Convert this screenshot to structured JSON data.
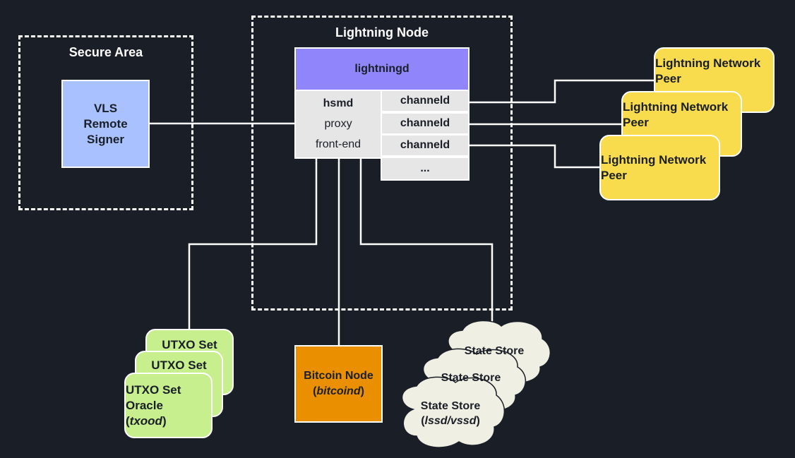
{
  "groups": {
    "secure_area": {
      "title": "Secure Area"
    },
    "lightning_node": {
      "title": "Lightning Node"
    }
  },
  "nodes": {
    "vls": {
      "line1": "VLS",
      "line2": "Remote",
      "line3": "Signer"
    },
    "lightningd": {
      "label": "lightningd"
    },
    "left_column": {
      "items": [
        "hsmd",
        "proxy",
        "front-end"
      ]
    },
    "channels": [
      "channeld",
      "channeld",
      "channeld",
      "..."
    ],
    "peers": [
      {
        "line1": "Lightning Network",
        "line2": "Peer"
      },
      {
        "line1": "Lightning Network",
        "line2": "Peer"
      },
      {
        "line1": "Lightning Network",
        "line2": "Peer"
      }
    ],
    "utxo": {
      "back1": "UTXO Set",
      "back2": "UTXO Set",
      "front_line1": "UTXO Set",
      "front_line2": "Oracle",
      "front_paren_open": "(",
      "front_italic": "txood",
      "front_paren_close": ")"
    },
    "bitcoin": {
      "line1": "Bitcoin Node",
      "paren_open": "(",
      "italic": "bitcoind",
      "paren_close": ")"
    },
    "state_store": {
      "back1": "State Store",
      "back2": "State Store",
      "front_line1": "State Store",
      "paren_open": "(",
      "italic": "lssd/vssd",
      "paren_close": ")"
    }
  },
  "colors": {
    "background": "#1a1e27",
    "vls": "#a9c2ff",
    "lightningd": "#9185fb",
    "cell": "#e6e6e6",
    "peer": "#f8dc4e",
    "utxo": "#c7ef8e",
    "bitcoin": "#ea8f00",
    "cloud": "#f0efe4"
  }
}
